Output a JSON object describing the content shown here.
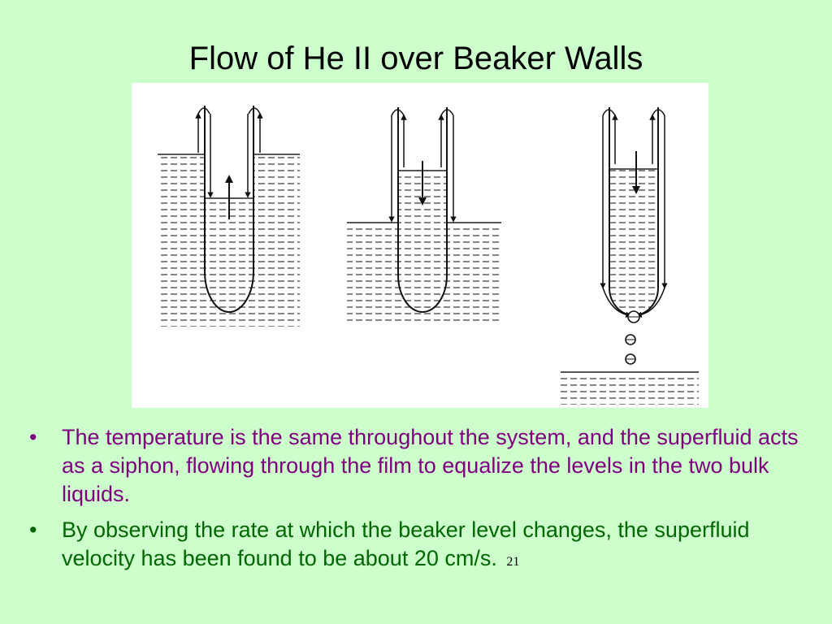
{
  "slide": {
    "title": "Flow of He II over Beaker Walls",
    "page_number": "21",
    "colors": {
      "background": "#ccffcc",
      "bullet_1": "#800080",
      "bullet_2": "#006600"
    }
  },
  "bullets": [
    {
      "marker": "•",
      "text": "The temperature is the same throughout the system, and the superfluid acts as a siphon, flowing through the film to equalize the levels in the two bulk liquids."
    },
    {
      "marker": "•",
      "text": "By observing the rate at which the beaker level changes, the superfluid velocity has been found to be about 20 cm/s."
    }
  ],
  "figure": {
    "panels": [
      {
        "name": "beaker-level-rising",
        "bulk_arrow": "up"
      },
      {
        "name": "beaker-level-falling",
        "bulk_arrow": "down"
      },
      {
        "name": "beaker-dripping",
        "bulk_arrow": "down",
        "drops": 3
      }
    ]
  }
}
